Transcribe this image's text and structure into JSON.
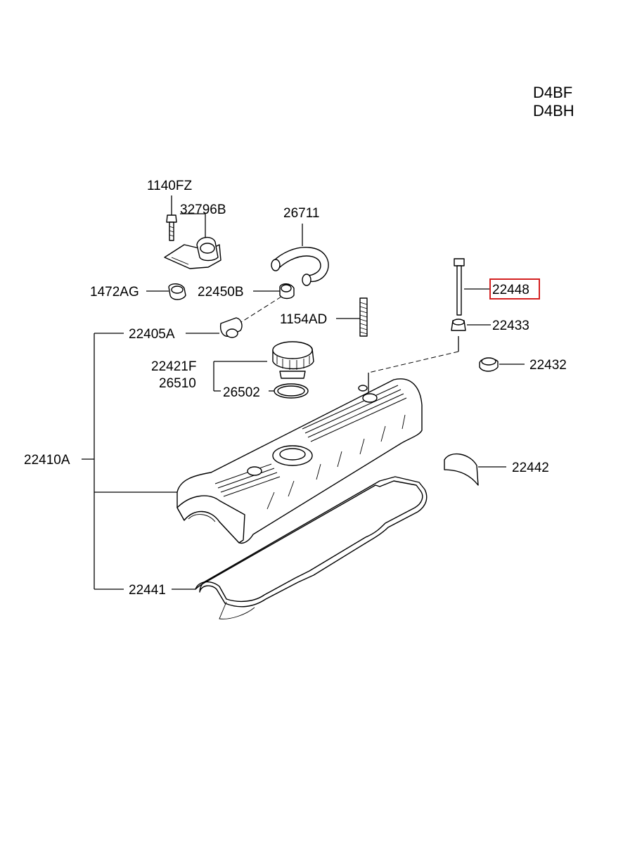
{
  "diagram": {
    "engine_codes": [
      "D4BF",
      "D4BH"
    ],
    "highlight_color": "#d42020",
    "callouts": {
      "c1140FZ": "1140FZ",
      "c32796B": "32796B",
      "c26711": "26711",
      "c1472AG": "1472AG",
      "c22450B": "22450B",
      "c22448": "22448",
      "c1154AD": "1154AD",
      "c22433": "22433",
      "c22405A": "22405A",
      "c22421F": "22421F",
      "c26510": "26510",
      "c26502": "26502",
      "c22432": "22432",
      "c22410A": "22410A",
      "c22442": "22442",
      "c22441": "22441"
    },
    "highlighted_part": "22448"
  }
}
